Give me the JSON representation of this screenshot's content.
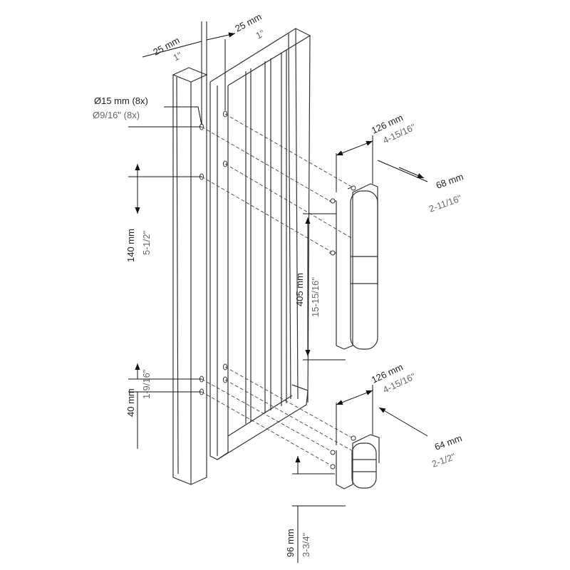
{
  "dimensions": {
    "post_offset": {
      "metric": "25 mm",
      "imperial": "1\""
    },
    "gate_offset": {
      "metric": "25 mm",
      "imperial": "1\""
    },
    "hole_diameter": {
      "metric": "Ø15 mm (8x)",
      "imperial": "Ø9/16\" (8x)"
    },
    "hole_spacing_top": {
      "metric": "140 mm",
      "imperial": "5-1/2\""
    },
    "hole_spacing_bottom": {
      "metric": "40 mm",
      "imperial": "1-9/16\""
    },
    "top_hinge_depth": {
      "metric": "126 mm",
      "imperial": "4-15/16\""
    },
    "top_hinge_width": {
      "metric": "68 mm",
      "imperial": "2-11/16\""
    },
    "top_hinge_height": {
      "metric": "405 mm",
      "imperial": "15-15/16\""
    },
    "bottom_hinge_depth": {
      "metric": "126 mm",
      "imperial": "4-15/16\""
    },
    "bottom_hinge_width": {
      "metric": "64 mm",
      "imperial": "2-1/2\""
    },
    "bottom_hinge_height": {
      "metric": "96 mm",
      "imperial": "3-3/4\""
    }
  }
}
